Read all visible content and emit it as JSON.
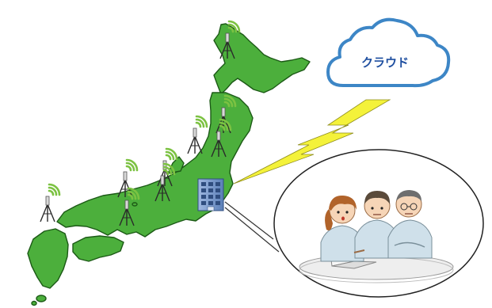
{
  "cloud": {
    "label": "クラウド"
  },
  "colors": {
    "land": "#4caf3c",
    "land_outline": "#1c5a16",
    "cloud_outline": "#3d86c6",
    "cloud_text": "#1f4fa0",
    "lightning": "#f4f23a",
    "wifi": "#7cc242",
    "building": "#7e9fd1"
  },
  "icons": {
    "antenna_towers": 9,
    "office_building": "office-building-icon",
    "people": [
      "woman-worker",
      "man-worker-center",
      "man-worker-glasses"
    ]
  }
}
